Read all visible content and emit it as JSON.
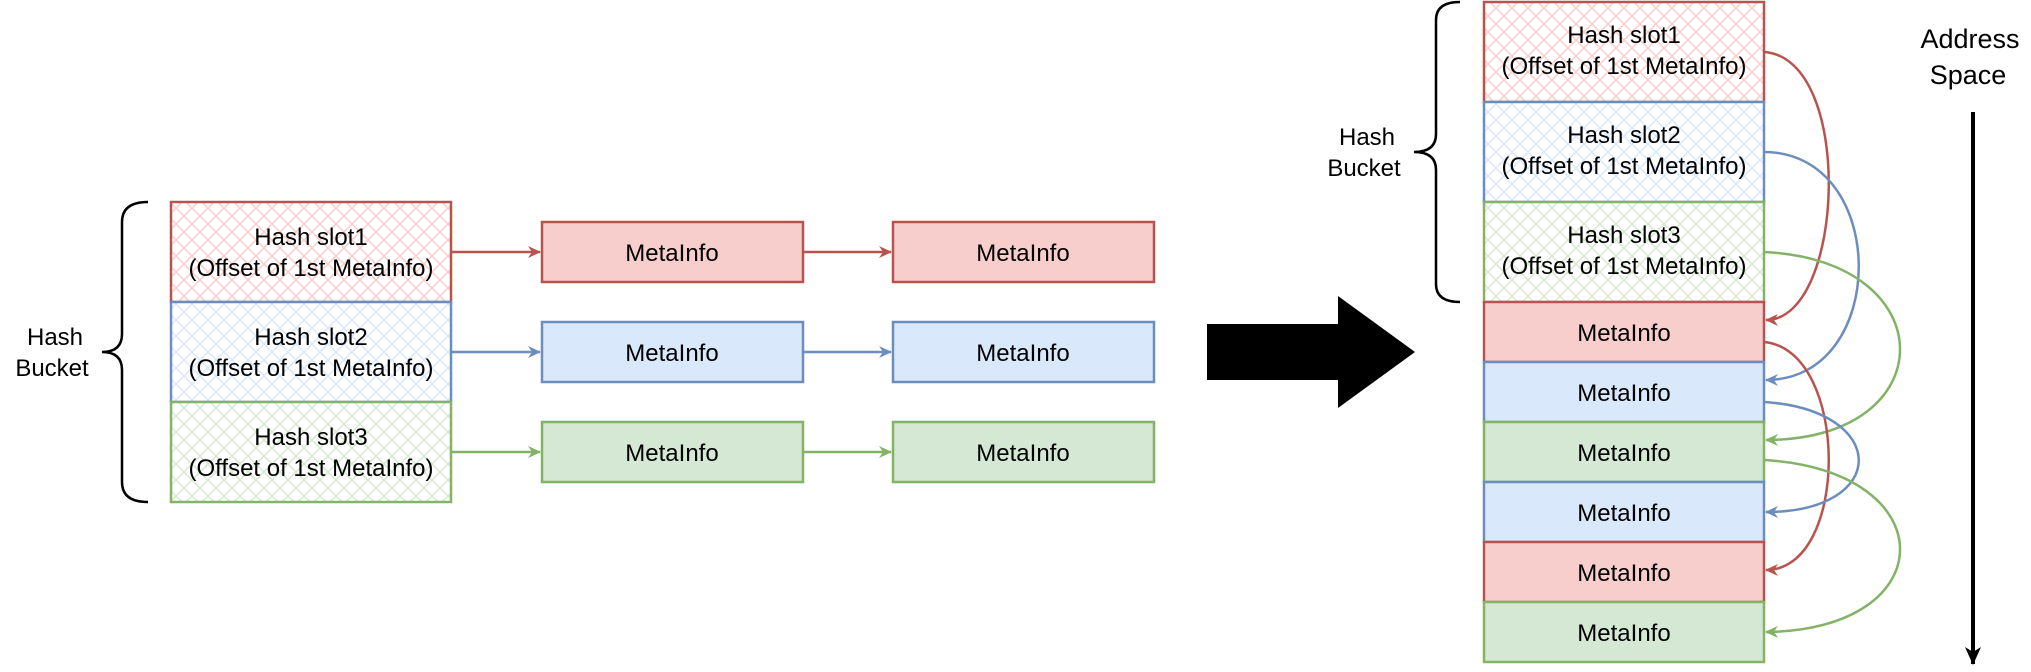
{
  "colors": {
    "red_fill": "#f8cecc",
    "red_stroke": "#b85450",
    "blue_fill": "#dae8fc",
    "blue_stroke": "#6c8ebf",
    "green_fill": "#d5e8d4",
    "green_stroke": "#82b366",
    "arrow": "#000000"
  },
  "left": {
    "bucket_label": [
      "Hash",
      "Bucket"
    ],
    "slots": [
      {
        "line1": "Hash slot1",
        "line2": "(Offset of 1st MetaInfo)",
        "color": "red"
      },
      {
        "line1": "Hash slot2",
        "line2": "(Offset of 1st MetaInfo)",
        "color": "blue"
      },
      {
        "line1": "Hash slot3",
        "line2": "(Offset of 1st MetaInfo)",
        "color": "green"
      }
    ],
    "chains": [
      {
        "color": "red",
        "nodes": [
          "MetaInfo",
          "MetaInfo"
        ]
      },
      {
        "color": "blue",
        "nodes": [
          "MetaInfo",
          "MetaInfo"
        ]
      },
      {
        "color": "green",
        "nodes": [
          "MetaInfo",
          "MetaInfo"
        ]
      }
    ]
  },
  "transition_arrow": "big-right-arrow",
  "right": {
    "bucket_label": [
      "Hash",
      "Bucket"
    ],
    "slots": [
      {
        "line1": "Hash slot1",
        "line2": "(Offset of 1st MetaInfo)",
        "color": "red"
      },
      {
        "line1": "Hash slot2",
        "line2": "(Offset of 1st MetaInfo)",
        "color": "blue"
      },
      {
        "line1": "Hash slot3",
        "line2": "(Offset of 1st MetaInfo)",
        "color": "green"
      }
    ],
    "metainfo": [
      {
        "label": "MetaInfo",
        "color": "red"
      },
      {
        "label": "MetaInfo",
        "color": "blue"
      },
      {
        "label": "MetaInfo",
        "color": "green"
      },
      {
        "label": "MetaInfo",
        "color": "blue"
      },
      {
        "label": "MetaInfo",
        "color": "red"
      },
      {
        "label": "MetaInfo",
        "color": "green"
      }
    ],
    "address_space_label": [
      "Address",
      "Space"
    ]
  }
}
